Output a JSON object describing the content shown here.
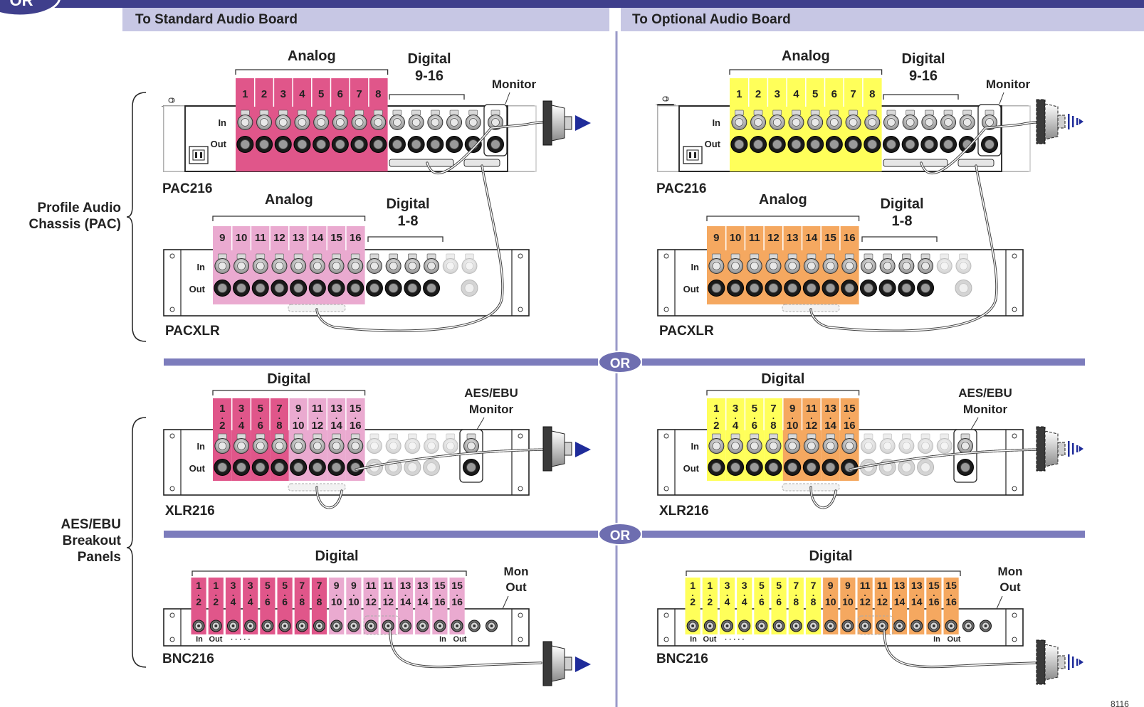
{
  "top_badge": "OR",
  "header": {
    "left_title": "To Standard Audio Board",
    "right_title": "To Optional Audio Board"
  },
  "side_labels": {
    "pac": [
      "Profile Audio",
      "Chassis (PAC)"
    ],
    "aes": [
      "AES/EBU",
      "Breakout",
      "Panels"
    ]
  },
  "or_label": "OR",
  "figure_number": "8116",
  "colors": {
    "banner": "#3f3f8c",
    "header_bar": "#c7c7e4",
    "divider": "#7c7cbc",
    "or_badge": "#6e6eb0",
    "std_a": "#e0568a",
    "std_b": "#eaaad0",
    "opt_a": "#ffff5a",
    "opt_b": "#f5a860",
    "arrow": "#1f2c9a"
  },
  "sides": [
    {
      "key": "standard",
      "pac216": {
        "analog": "Analog",
        "digital": [
          "Digital",
          "9-16"
        ],
        "monitor": "Monitor",
        "in": "In",
        "out": "Out",
        "name": "PAC216",
        "channels": [
          "1",
          "2",
          "3",
          "4",
          "5",
          "6",
          "7",
          "8"
        ]
      },
      "pacxlr": {
        "analog": "Analog",
        "digital": [
          "Digital",
          "1-8"
        ],
        "in": "In",
        "out": "Out",
        "name": "PACXLR",
        "channels": [
          "9",
          "10",
          "11",
          "12",
          "13",
          "14",
          "15",
          "16"
        ]
      },
      "xlr216": {
        "digital": "Digital",
        "monitor": [
          "AES/EBU",
          "Monitor"
        ],
        "in": "In",
        "out": "Out",
        "name": "XLR216",
        "pairs": [
          [
            "1",
            "2"
          ],
          [
            "3",
            "4"
          ],
          [
            "5",
            "6"
          ],
          [
            "7",
            "8"
          ],
          [
            "9",
            "10"
          ],
          [
            "11",
            "12"
          ],
          [
            "13",
            "14"
          ],
          [
            "15",
            "16"
          ]
        ]
      },
      "bnc216": {
        "digital": "Digital",
        "mon": [
          "Mon",
          "Out"
        ],
        "in": "In",
        "out": "Out",
        "dots": "· · · · ·",
        "in2": "In",
        "out2": "Out",
        "name": "BNC216",
        "pairs": [
          [
            "1",
            "2"
          ],
          [
            "1",
            "2"
          ],
          [
            "3",
            "4"
          ],
          [
            "3",
            "4"
          ],
          [
            "5",
            "6"
          ],
          [
            "5",
            "6"
          ],
          [
            "7",
            "8"
          ],
          [
            "7",
            "8"
          ],
          [
            "9",
            "10"
          ],
          [
            "9",
            "10"
          ],
          [
            "11",
            "12"
          ],
          [
            "11",
            "12"
          ],
          [
            "13",
            "14"
          ],
          [
            "13",
            "14"
          ],
          [
            "15",
            "16"
          ],
          [
            "15",
            "16"
          ]
        ]
      }
    },
    {
      "key": "optional",
      "pac216": {
        "analog": "Analog",
        "digital": [
          "Digital",
          "9-16"
        ],
        "monitor": "Monitor",
        "in": "In",
        "out": "Out",
        "name": "PAC216",
        "channels": [
          "1",
          "2",
          "3",
          "4",
          "5",
          "6",
          "7",
          "8"
        ]
      },
      "pacxlr": {
        "analog": "Analog",
        "digital": [
          "Digital",
          "1-8"
        ],
        "in": "In",
        "out": "Out",
        "name": "PACXLR",
        "channels": [
          "9",
          "10",
          "11",
          "12",
          "13",
          "14",
          "15",
          "16"
        ]
      },
      "xlr216": {
        "digital": "Digital",
        "monitor": [
          "AES/EBU",
          "Monitor"
        ],
        "in": "In",
        "out": "Out",
        "name": "XLR216",
        "pairs": [
          [
            "1",
            "2"
          ],
          [
            "3",
            "4"
          ],
          [
            "5",
            "6"
          ],
          [
            "7",
            "8"
          ],
          [
            "9",
            "10"
          ],
          [
            "11",
            "12"
          ],
          [
            "13",
            "14"
          ],
          [
            "15",
            "16"
          ]
        ]
      },
      "bnc216": {
        "digital": "Digital",
        "mon": [
          "Mon",
          "Out"
        ],
        "in": "In",
        "out": "Out",
        "dots": "· · · · ·",
        "in2": "In",
        "out2": "Out",
        "name": "BNC216",
        "pairs": [
          [
            "1",
            "2"
          ],
          [
            "1",
            "2"
          ],
          [
            "3",
            "4"
          ],
          [
            "3",
            "4"
          ],
          [
            "5",
            "6"
          ],
          [
            "5",
            "6"
          ],
          [
            "7",
            "8"
          ],
          [
            "7",
            "8"
          ],
          [
            "9",
            "10"
          ],
          [
            "9",
            "10"
          ],
          [
            "11",
            "12"
          ],
          [
            "11",
            "12"
          ],
          [
            "13",
            "14"
          ],
          [
            "13",
            "14"
          ],
          [
            "15",
            "16"
          ],
          [
            "15",
            "16"
          ]
        ]
      }
    }
  ]
}
